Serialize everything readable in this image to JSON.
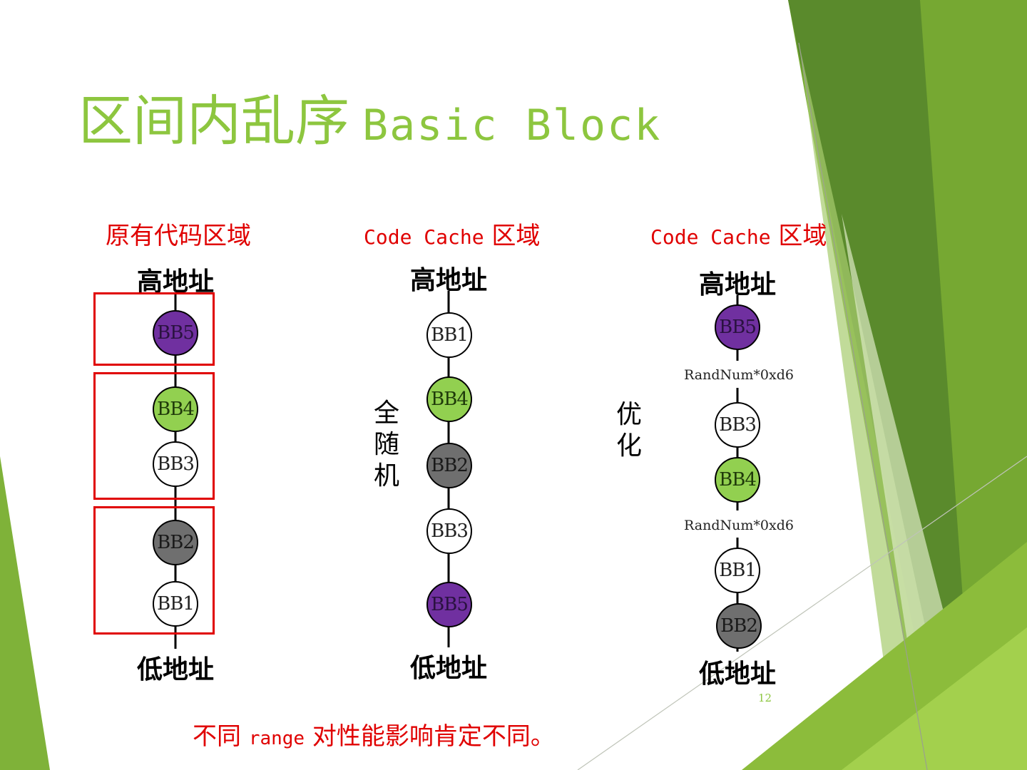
{
  "slide": {
    "title_cn": "区间内乱序",
    "title_en": "Basic Block",
    "page_number": "12",
    "footer": {
      "pre": "不同 ",
      "mono": "range",
      "post": " 对性能影响肯定不同。"
    },
    "colors": {
      "title": "#8dc63f",
      "heading_red": "#e00000",
      "purple": "#7030a0",
      "green": "#92d050",
      "gray": "#6f6f6f"
    }
  },
  "columns": [
    {
      "heading": "原有代码区域",
      "high_label": "高地址",
      "low_label": "低地址",
      "side_label": "",
      "nodes": [
        {
          "label": "BB5",
          "color": "purple"
        },
        {
          "label": "BB4",
          "color": "green"
        },
        {
          "label": "BB3",
          "color": "white"
        },
        {
          "label": "BB2",
          "color": "gray"
        },
        {
          "label": "BB1",
          "color": "white"
        }
      ]
    },
    {
      "heading_mono": "Code Cache",
      "heading_cn": "区域",
      "high_label": "高地址",
      "low_label": "低地址",
      "side_label": [
        "全",
        "随",
        "机"
      ],
      "nodes": [
        {
          "label": "BB1",
          "color": "white"
        },
        {
          "label": "BB4",
          "color": "green"
        },
        {
          "label": "BB2",
          "color": "gray"
        },
        {
          "label": "BB3",
          "color": "white"
        },
        {
          "label": "BB5",
          "color": "purple"
        }
      ]
    },
    {
      "heading_mono": "Code Cache",
      "heading_cn": "区域",
      "high_label": "高地址",
      "low_label": "低地址",
      "side_label": [
        "优",
        "化"
      ],
      "gap_label": "RandNum*0xd6",
      "nodes": [
        {
          "label": "BB5",
          "color": "purple"
        },
        {
          "label": "BB3",
          "color": "white"
        },
        {
          "label": "BB4",
          "color": "green"
        },
        {
          "label": "BB1",
          "color": "white"
        },
        {
          "label": "BB2",
          "color": "gray"
        }
      ]
    }
  ]
}
